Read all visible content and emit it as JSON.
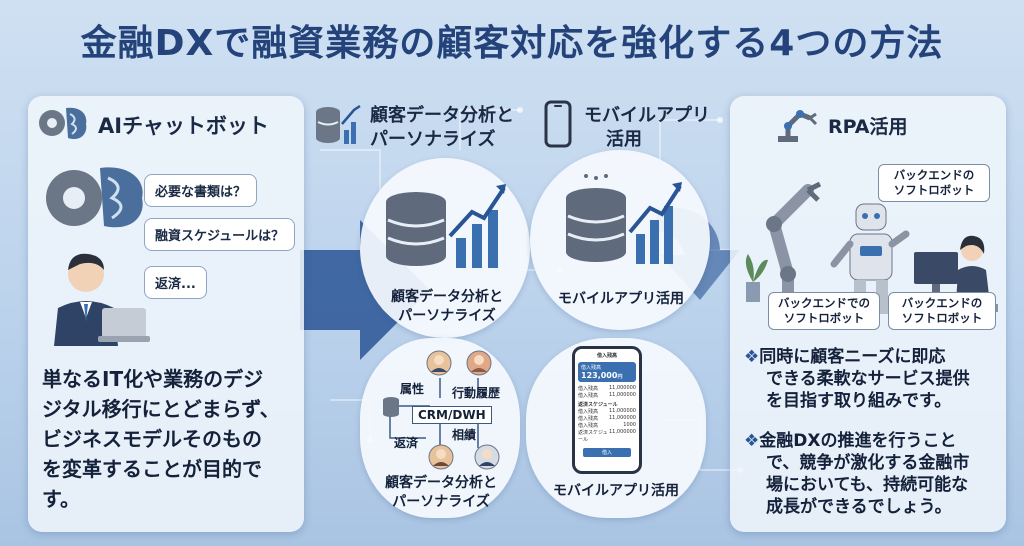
{
  "title": "金融DXで融資業務の顧客対応を強化する4つの方法",
  "ai_panel": {
    "label": "AIチャットボット",
    "bubbles": [
      "必要な書類は？",
      "融資スケジュールは？",
      "返済..."
    ],
    "description_lines": [
      "単なるIT化や業務のデジ",
      "ジタル移行にとどまらず、",
      "ビジネスモデルそのもの",
      "を変革することが目的で",
      "す。"
    ]
  },
  "middle": {
    "header_data_lines": [
      "顧客データ分析と",
      "パーソナライズ"
    ],
    "header_mobile_lines": [
      "モバイルアプリ",
      "活用"
    ],
    "blob_data_caption_lines": [
      "顧客データ分析と",
      "パーソナライズ"
    ],
    "blob_mobile_caption": "モバイルアプリ活用",
    "crm": {
      "center": "CRM/DWH",
      "labels": [
        "属性",
        "行動履歴",
        "返済",
        "相績"
      ]
    },
    "crm_caption_lines": [
      "顧客データ分析と",
      "パーソナライズ"
    ],
    "phone": {
      "header": "借入残高",
      "amount": "123,000",
      "amount_unit": "円",
      "rows": [
        [
          "借入残高",
          "11,000000"
        ],
        [
          "借入残高",
          "11,000000"
        ]
      ],
      "schedule_title": "返済スケジュール",
      "schedule_rows": [
        [
          "借入残高",
          "11,000000"
        ],
        [
          "借入残高",
          "11,000000"
        ],
        [
          "借入残高",
          "1000"
        ],
        [
          "返済スケジュール",
          "11,000000"
        ]
      ],
      "button": "借入"
    },
    "phone_caption": "モバイルアプリ活用"
  },
  "rpa_panel": {
    "label": "RPA活用",
    "boxes": [
      [
        "バックエンドの",
        "ソフトロボット"
      ],
      [
        "バックエンドでの",
        "ソフトロボット"
      ],
      [
        "バックエンドの",
        "ソフトロボット"
      ]
    ],
    "bullets": [
      [
        "同時に顧客ニーズに即応",
        "できる柔軟なサービス提供",
        "を目指す取り組みです。"
      ],
      [
        "金融DXの推進を行うこと",
        "で、競争が激化する金融市",
        "場においても、持続可能な",
        "成長ができるでしょう。"
      ]
    ],
    "bullet_mark": "❖"
  },
  "colors": {
    "title": "#24437a",
    "arrow": "#2a5595",
    "accent": "#3a6fb0"
  }
}
